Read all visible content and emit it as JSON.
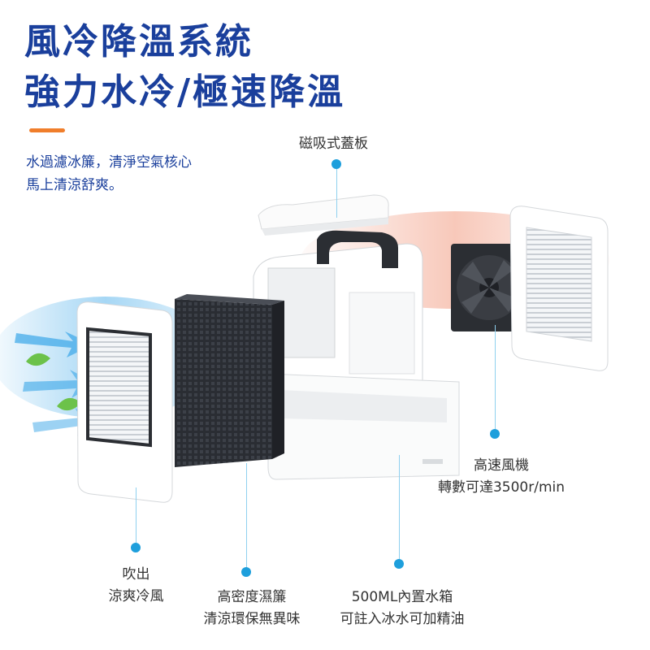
{
  "headline": {
    "line1": "風冷降溫系統",
    "line2": "強力水冷/極速降溫"
  },
  "intro": {
    "line1": "水過濾冰簾，清淨空氣核心",
    "line2": "馬上清涼舒爽。"
  },
  "callouts": {
    "lid": {
      "line1": "磁吸式蓋板"
    },
    "fan": {
      "line1": "高速風機",
      "line2": "轉數可達3500r/min"
    },
    "outlet": {
      "line1": "吹出",
      "line2": "涼爽冷風"
    },
    "curtain": {
      "line1": "高密度濕簾",
      "line2": "清涼環保無異味"
    },
    "tank": {
      "line1": "500ML內置水箱",
      "line2": "可註入冰水可加精油"
    }
  },
  "colors": {
    "headline": "#1a3f9c",
    "accent_bar": "#f07e2b",
    "callout_dot": "#1e9fdc",
    "airflow_cool": "#3aa6e8",
    "airflow_warm": "#f3a48c"
  }
}
